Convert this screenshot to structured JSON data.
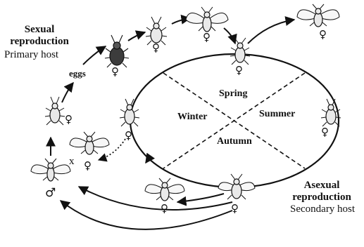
{
  "labels": {
    "sexual_reproduction": "Sexual\nreproduction",
    "primary_host": "Primary host",
    "asexual_reproduction": "Asexual\nreproduction",
    "secondary_host": "Secondary host",
    "eggs": "eggs",
    "cross": "x"
  },
  "seasons": {
    "spring": "Spring",
    "summer": "Summer",
    "autumn": "Autumn",
    "winter": "Winter"
  },
  "symbols": {
    "female": "♀",
    "male": "♂"
  },
  "colors": {
    "ink": "#111111",
    "insect_fill": "#e9e9e9",
    "wing_fill": "#f7f7f7"
  }
}
